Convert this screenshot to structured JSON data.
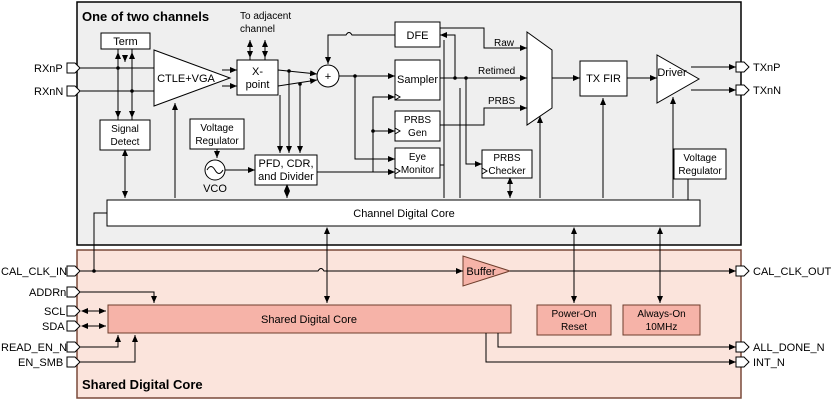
{
  "sections": {
    "top_title": "One of two channels",
    "bottom_title": "Shared Digital Core"
  },
  "blocks": {
    "term": "Term",
    "ctle": "CTLE+VGA",
    "xpoint_l1": "X-",
    "xpoint_l2": "point",
    "signal_detect_l1": "Signal",
    "signal_detect_l2": "Detect",
    "vreg_l1": "Voltage",
    "vreg_l2": "Regulator",
    "vco": "VCO",
    "pfd_l1": "PFD, CDR,",
    "pfd_l2": "and Divider",
    "dfe": "DFE",
    "sampler": "Sampler",
    "prbs_gen_l1": "PRBS",
    "prbs_gen_l2": "Gen",
    "eye_l1": "Eye",
    "eye_l2": "Monitor",
    "prbs_chk_l1": "PRBS",
    "prbs_chk_l2": "Checker",
    "tx_fir": "TX FIR",
    "driver": "Driver",
    "vreg2_l1": "Voltage",
    "vreg2_l2": "Regulator",
    "channel_core": "Channel Digital Core",
    "buffer": "Buffer",
    "shared_core": "Shared Digital Core",
    "por_l1": "Power-On",
    "por_l2": "Reset",
    "ao_l1": "Always-On",
    "ao_l2": "10MHz",
    "mux_raw": "Raw",
    "mux_retimed": "Retimed",
    "mux_prbs": "PRBS",
    "adjacent_l1": "To adjacent",
    "adjacent_l2": "channel",
    "sum": "+"
  },
  "pins": {
    "rxnp": "RXnP",
    "rxnn": "RXnN",
    "txnp": "TXnP",
    "txnn": "TXnN",
    "cal_clk_in": "CAL_CLK_IN",
    "cal_clk_out": "CAL_CLK_OUT",
    "addrn": "ADDRn",
    "scl": "SCL",
    "sda": "SDA",
    "read_en_n": "READ_EN_N",
    "en_smb": "EN_SMB",
    "all_done_n": "ALL_DONE_N",
    "int_n": "INT_N"
  },
  "colors": {
    "channel_bg": "#efefef",
    "shared_bg": "#fbe4dc",
    "shared_border": "#7a4a3a",
    "pink_block": "#f6b3a8"
  }
}
